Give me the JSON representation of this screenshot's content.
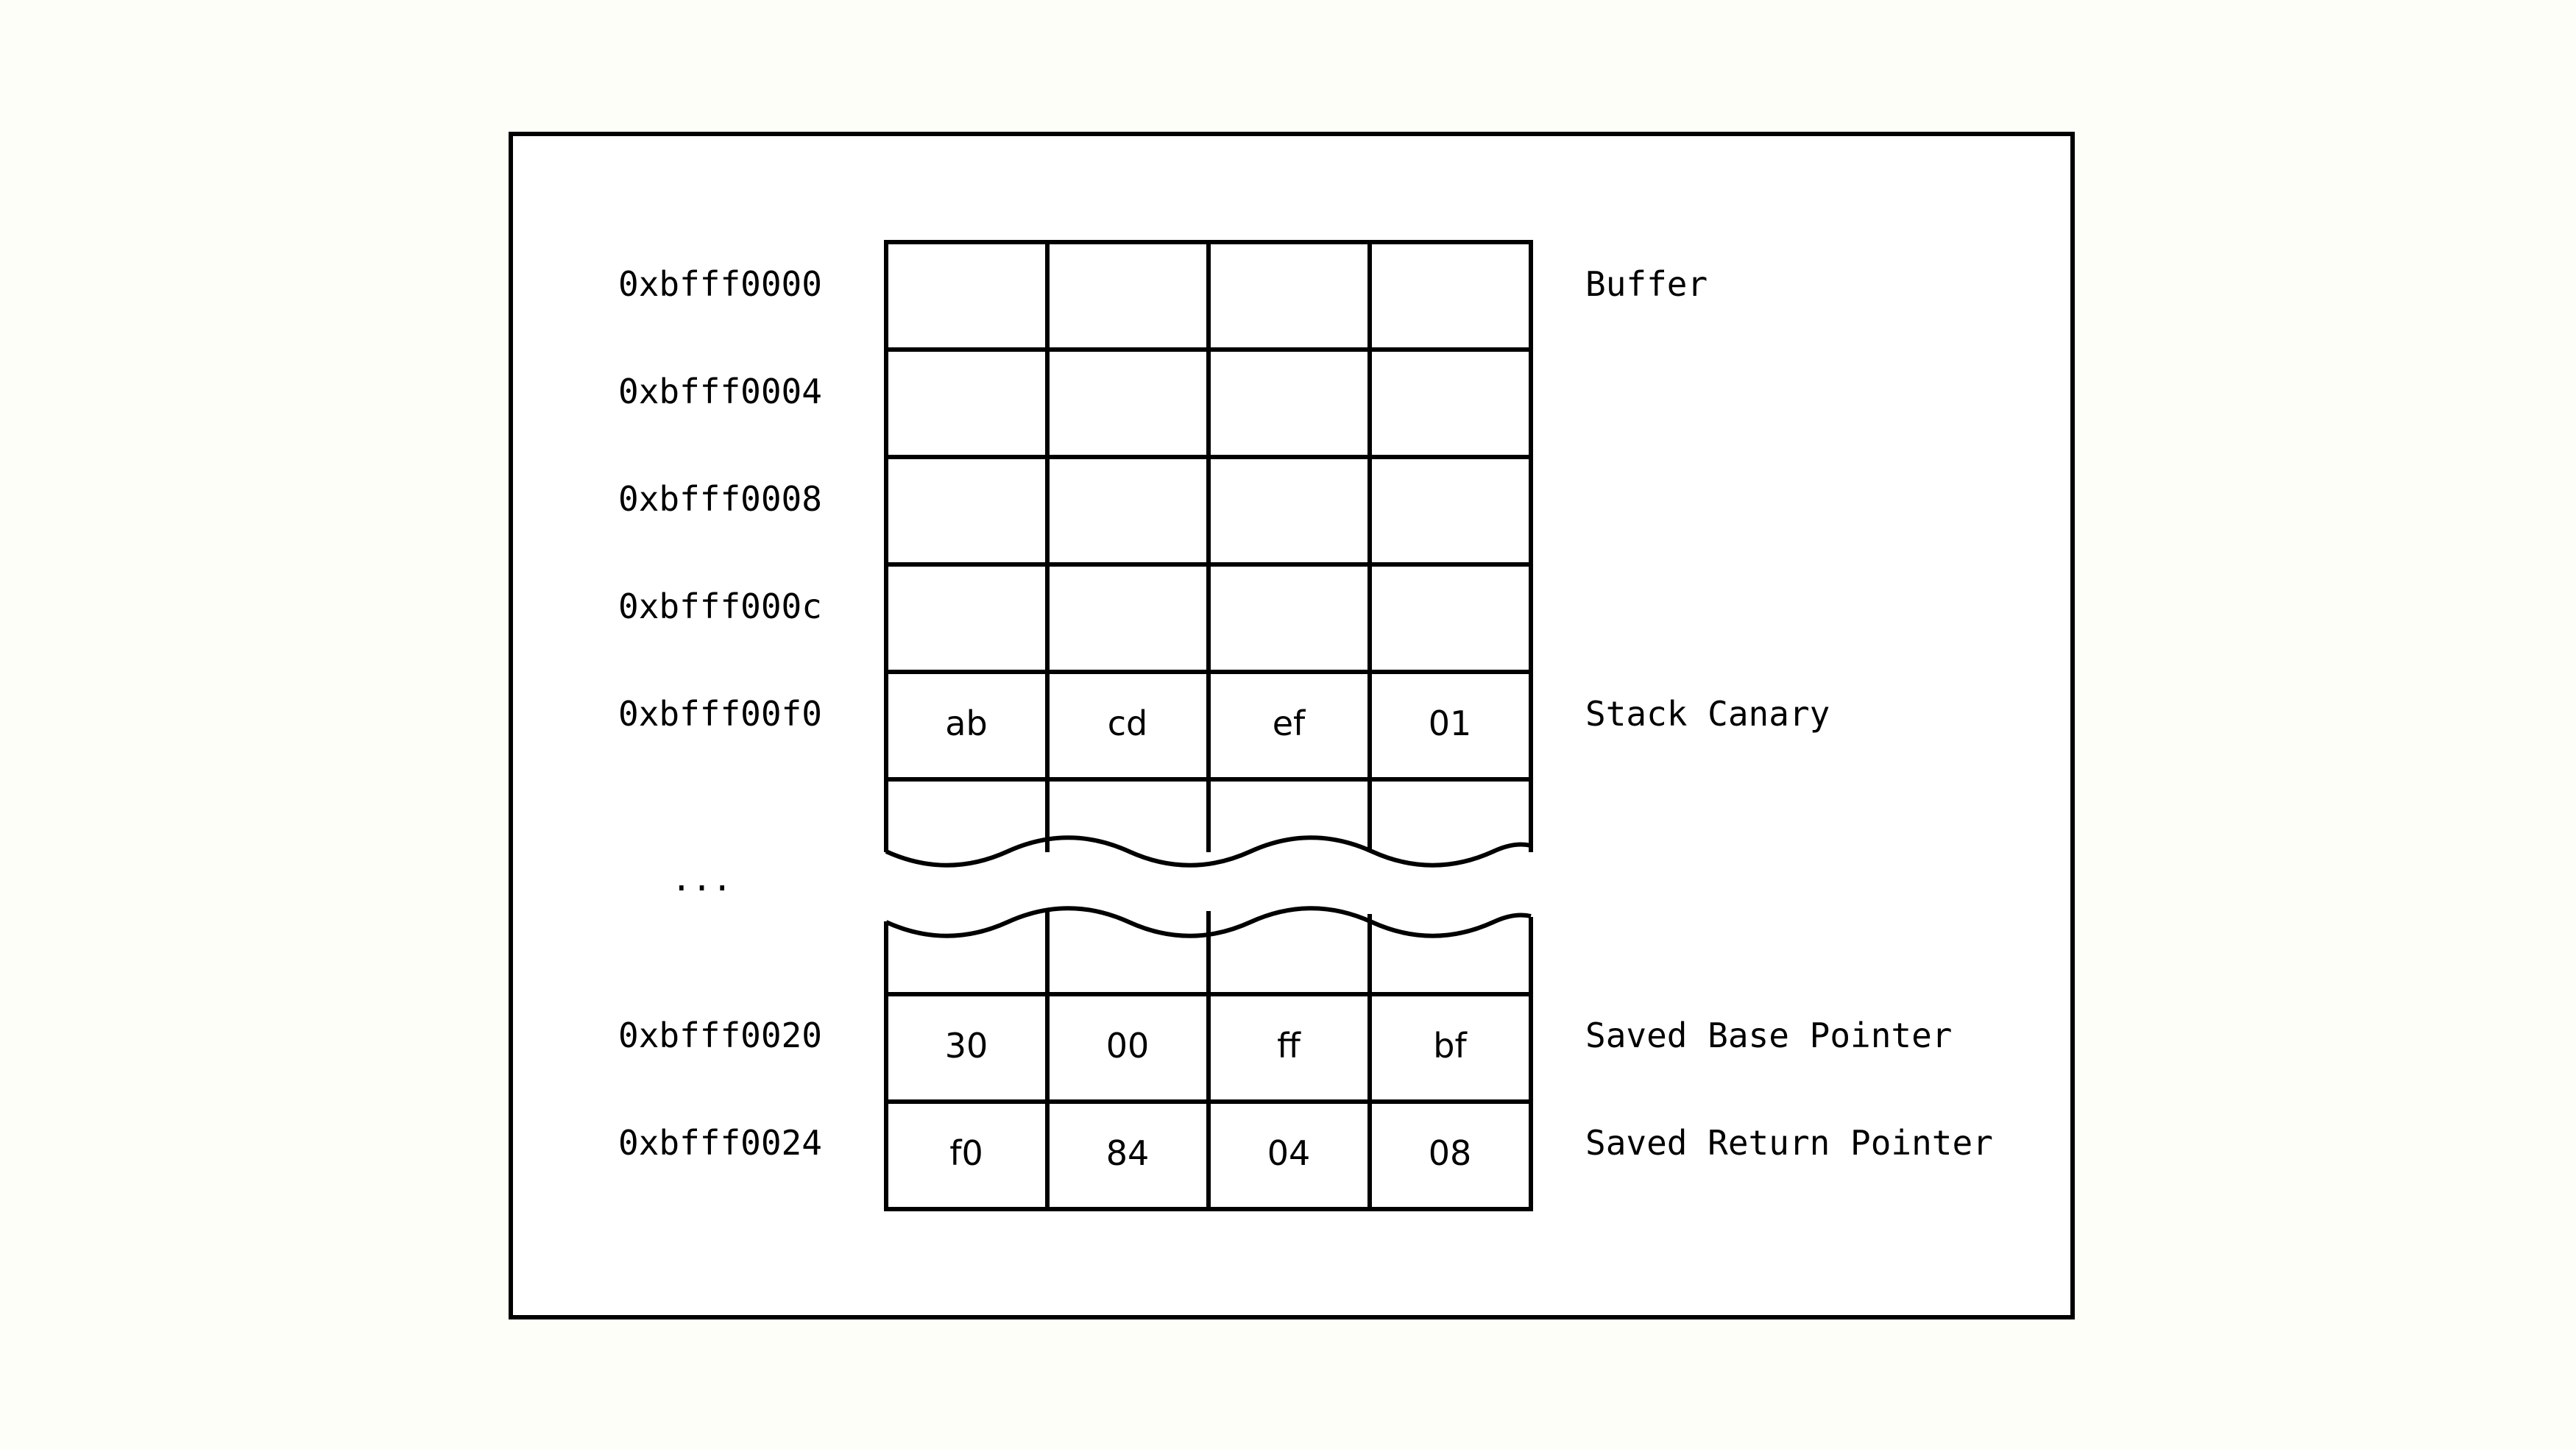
{
  "rows": [
    {
      "address": "0xbfff0000",
      "bytes": [
        "",
        "",
        "",
        ""
      ],
      "label": "Buffer"
    },
    {
      "address": "0xbfff0004",
      "bytes": [
        "",
        "",
        "",
        ""
      ],
      "label": ""
    },
    {
      "address": "0xbfff0008",
      "bytes": [
        "",
        "",
        "",
        ""
      ],
      "label": ""
    },
    {
      "address": "0xbfff000c",
      "bytes": [
        "",
        "",
        "",
        ""
      ],
      "label": ""
    },
    {
      "address": "0xbfff00f0",
      "bytes": [
        "ab",
        "cd",
        "ef",
        "01"
      ],
      "label": "Stack Canary"
    },
    {
      "address": "",
      "bytes": [
        "",
        "",
        "",
        ""
      ],
      "label": ""
    },
    {
      "address": "",
      "bytes": [
        "",
        "",
        "",
        ""
      ],
      "label": ""
    },
    {
      "address": "0xbfff0020",
      "bytes": [
        "30",
        "00",
        "ff",
        "bf"
      ],
      "label": "Saved Base Pointer"
    },
    {
      "address": "0xbfff0024",
      "bytes": [
        "f0",
        "84",
        "04",
        "08"
      ],
      "label": "Saved Return Pointer"
    }
  ],
  "ellipsis": "..."
}
